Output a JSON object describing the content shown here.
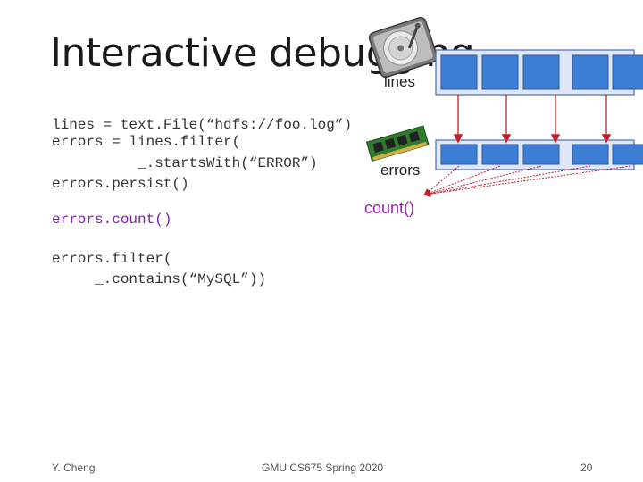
{
  "slide": {
    "title": "Interactive debugging",
    "code_lines": [
      "lines = text.File(“hdfs://foo.log”)",
      "errors = lines.filter(",
      "          _.startsWith(“ERROR”)",
      "errors.persist()"
    ],
    "code_count": "errors.count()",
    "code_filter": [
      "errors.filter(",
      "     _.contains(“MySQL”))"
    ]
  },
  "diagram": {
    "lines_label": "lines",
    "errors_label": "errors",
    "action_label": "count()",
    "lines_partitions": 5,
    "errors_partitions": 5,
    "icons": [
      "hard-drive-icon",
      "memory-chip-icon"
    ],
    "colors": {
      "partition_fill": "#3d7fd4",
      "container_fill": "#dfe6f6",
      "container_stroke": "#4a6fb5",
      "arrow": "#c0202a",
      "action_text": "#9b1fb0"
    }
  },
  "footer": {
    "author": "Y. Cheng",
    "course": "GMU CS675 Spring 2020",
    "page": "20"
  }
}
